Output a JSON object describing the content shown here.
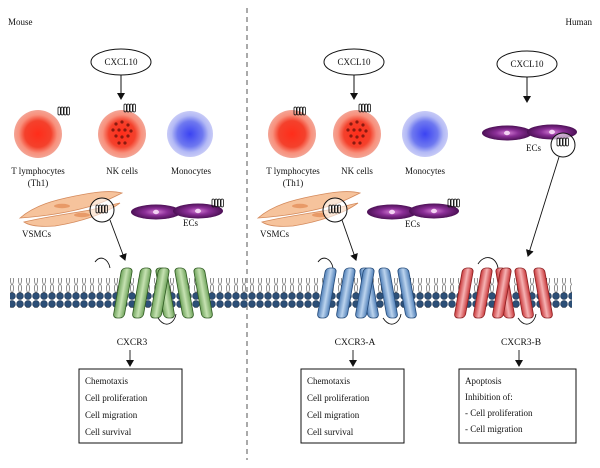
{
  "panels": {
    "left_label": "Mouse",
    "right_label": "Human"
  },
  "ligand": "CXCL10",
  "cells": {
    "t_lymphocytes_line1": "T lymphocytes",
    "t_lymphocytes_line2": "(Th1)",
    "nk_cells": "NK cells",
    "monocytes": "Monocytes",
    "vsmcs": "VSMCs",
    "ecs": "ECs"
  },
  "receptors": {
    "mouse": "CXCR3",
    "human_a": "CXCR3-A",
    "human_b": "CXCR3-B"
  },
  "effect_boxes": {
    "mouse": [
      "Chemotaxis",
      "Cell proliferation",
      "Cell migration",
      "Cell survival"
    ],
    "human_a": [
      "Chemotaxis",
      "Cell proliferation",
      "Cell migration",
      "Cell survival"
    ],
    "human_b": [
      "Apoptosis",
      "Inhibition of:",
      "- Cell proliferation",
      "- Cell migration"
    ]
  },
  "colors": {
    "t_cell": "#f0503a",
    "nk_cell": "#f0503a",
    "monocyte": "#7d86ef",
    "ec": "#7d2a8c",
    "vsmc": "#f6c39c",
    "receptor_mouse": "#9fc98a",
    "receptor_human_a": "#7fa8d6",
    "receptor_human_b": "#e8676a",
    "membrane_head": "#2c4f77"
  },
  "icons": [
    "receptor-icon",
    "arrow-icon",
    "cell-icon",
    "magnifier-circle-icon"
  ]
}
